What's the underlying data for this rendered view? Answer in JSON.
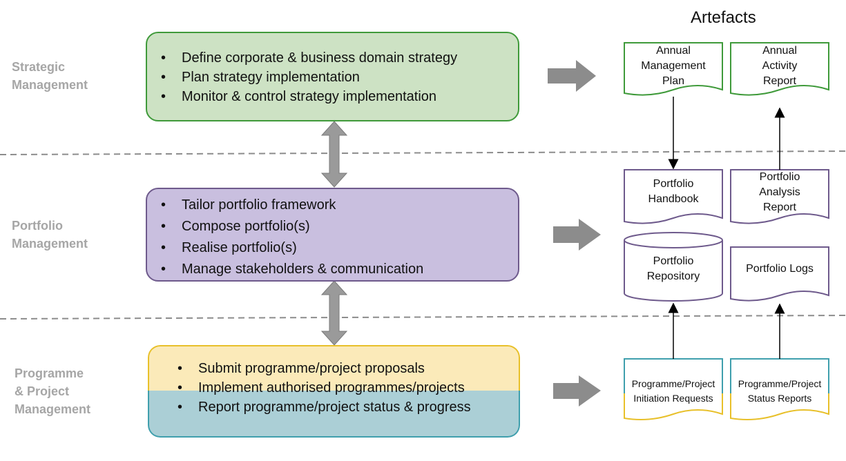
{
  "layers": {
    "strategic": "Strategic\nManagement",
    "portfolio": "Portfolio\nManagement",
    "programme": "Programme\n& Project\nManagement"
  },
  "strategic_box": {
    "items": [
      "Define corporate & business domain strategy",
      "Plan strategy implementation",
      "Monitor & control strategy implementation"
    ]
  },
  "portfolio_box": {
    "items": [
      "Tailor portfolio framework",
      "Compose portfolio(s)",
      "Realise portfolio(s)",
      "Manage stakeholders & communication"
    ]
  },
  "programme_box": {
    "items": [
      "Submit programme/project proposals",
      "Implement authorised programmes/projects",
      "Report programme/project status & progress"
    ]
  },
  "artefacts": {
    "title": "Artefacts",
    "annual_management_plan": "Annual\nManagement\nPlan",
    "annual_activity_report": "Annual\nActivity\nReport",
    "portfolio_handbook": "Portfolio\nHandbook",
    "portfolio_analysis_report": "Portfolio\nAnalysis\nReport",
    "portfolio_repository": "Portfolio\nRepository",
    "portfolio_logs": "Portfolio Logs",
    "initiation_requests": "Programme/Project\nInitiation Requests",
    "status_reports": "Programme/Project\nStatus  Reports"
  },
  "colors": {
    "strategic_fill": "#cde2c4",
    "strategic_border": "#3f9a3a",
    "portfolio_fill": "#c9bfdf",
    "portfolio_border": "#6e5a8c",
    "programme_top": "#fbeab9",
    "programme_bottom": "#abcfd6",
    "programme_border_top": "#e8c02a",
    "programme_border_bottom": "#3f9fad",
    "arrow_gray": "#8c8c8c"
  }
}
